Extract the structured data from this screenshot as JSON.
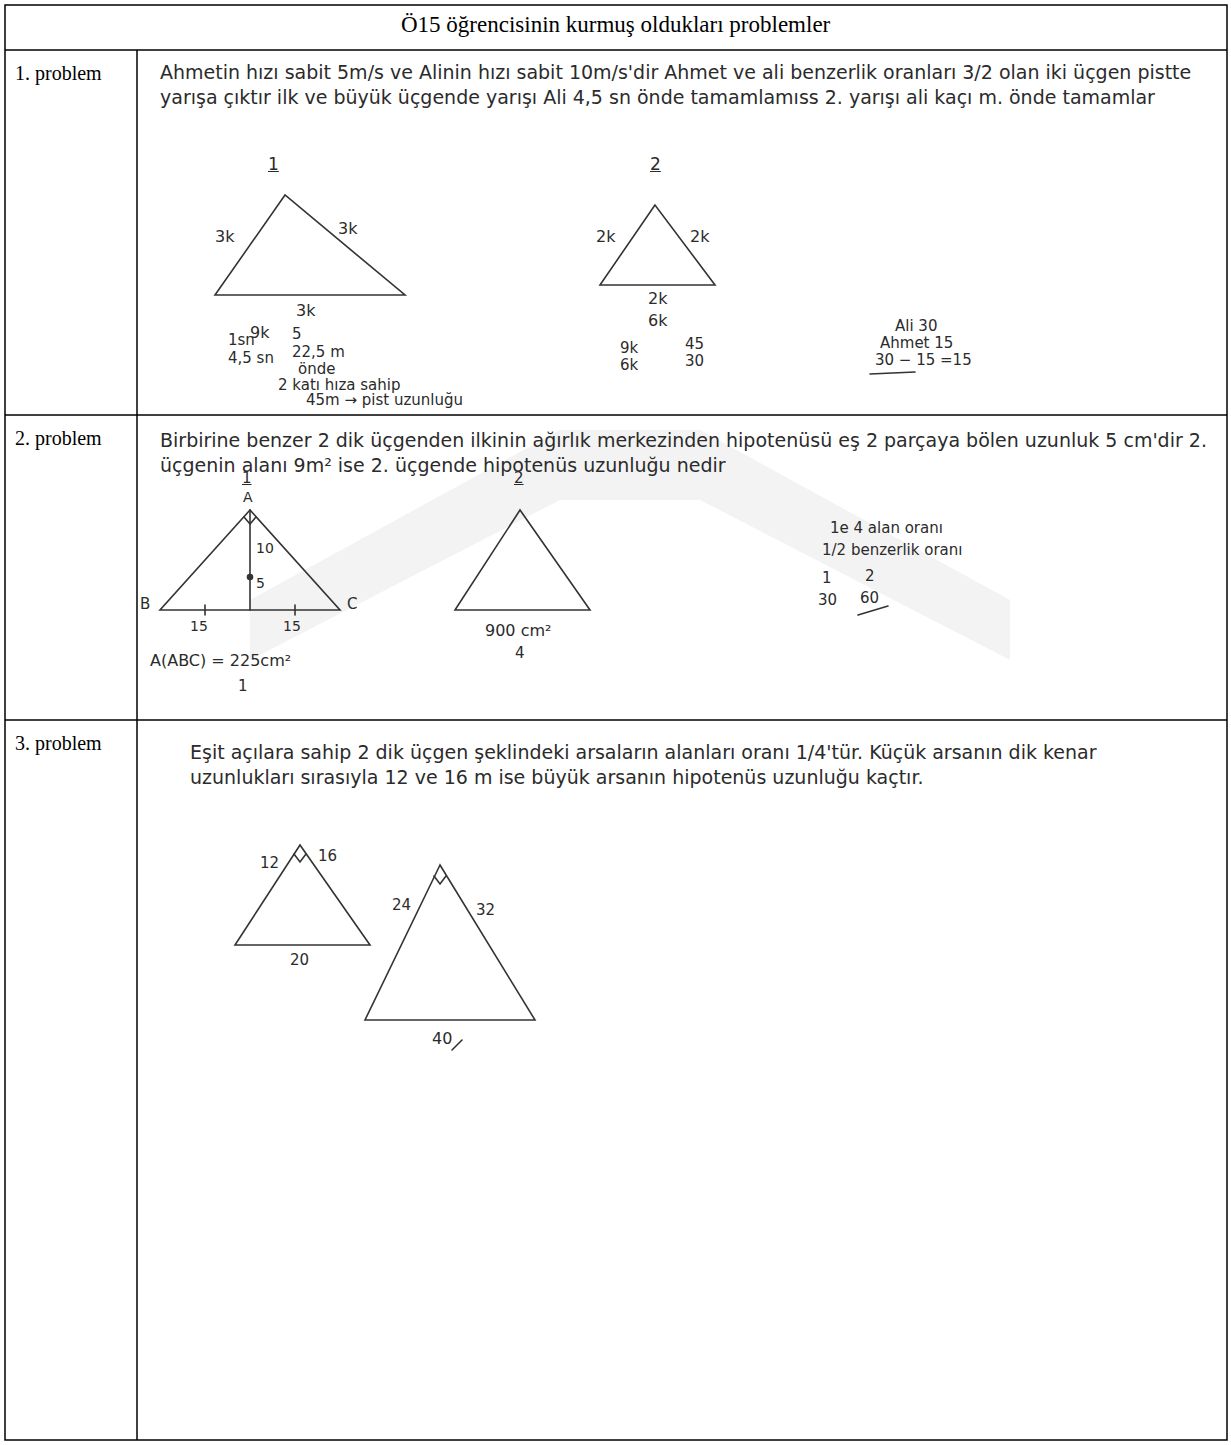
{
  "diagram": {
    "title": "Ö15 öğrencisinin kurmuş oldukları problemler",
    "labels": [
      "1. problem",
      "Ahmetin hızı sabit 5m/s ve Alinin hızı sabit 10m/s'dir Ahmet ve ali benzerlik oranları 3/2 olan iki üçgen pistte yarışa çıktır ilk ve büyük üçgende yarışı Ali 4,5 sn önde tamamlamıss 2. yarışı ali kaçı m. önde tamamlar",
      "1",
      "3k",
      "3k",
      "3k",
      "9k",
      "2",
      "2k",
      "2k",
      "2k",
      "6k",
      "1sn",
      "5",
      "4,5 sn",
      "22,5 m",
      "önde",
      "2 katı hıza sahip",
      "45m → pist uzunluğu",
      "9k",
      "45",
      "6k",
      "30",
      "Ali 30",
      "Ahmet 15",
      "30 − 15 =15",
      "2. problem",
      "Birbirine benzer 2 dik üçgenden ilkinin ağırlık merkezinden hipotenüsü eş 2 parçaya bölen uzunluk 5 cm'dir 2. üçgenin alanı 9m² ise 2. üçgende hipotenüs uzunluğu nedir",
      "1",
      "A",
      "10",
      "5",
      "B",
      "C",
      "15",
      "15",
      "A(ABC) = 225cm²",
      "1",
      "2",
      "900 cm²",
      "4",
      "1e 4 alan oranı",
      "1/2 benzerlik oranı",
      "1",
      "2",
      "30",
      "60",
      "3. problem",
      "Eşit açılara sahip 2 dik üçgen şeklindeki arsaların alanları oranı 1/4'tür. Küçük arsanın dik kenar uzunlukları sırasıyla 12 ve 16 m ise büyük arsanın hipotenüs uzunluğu kaçtır.",
      "12",
      "16",
      "20",
      "24",
      "32",
      "40"
    ]
  }
}
